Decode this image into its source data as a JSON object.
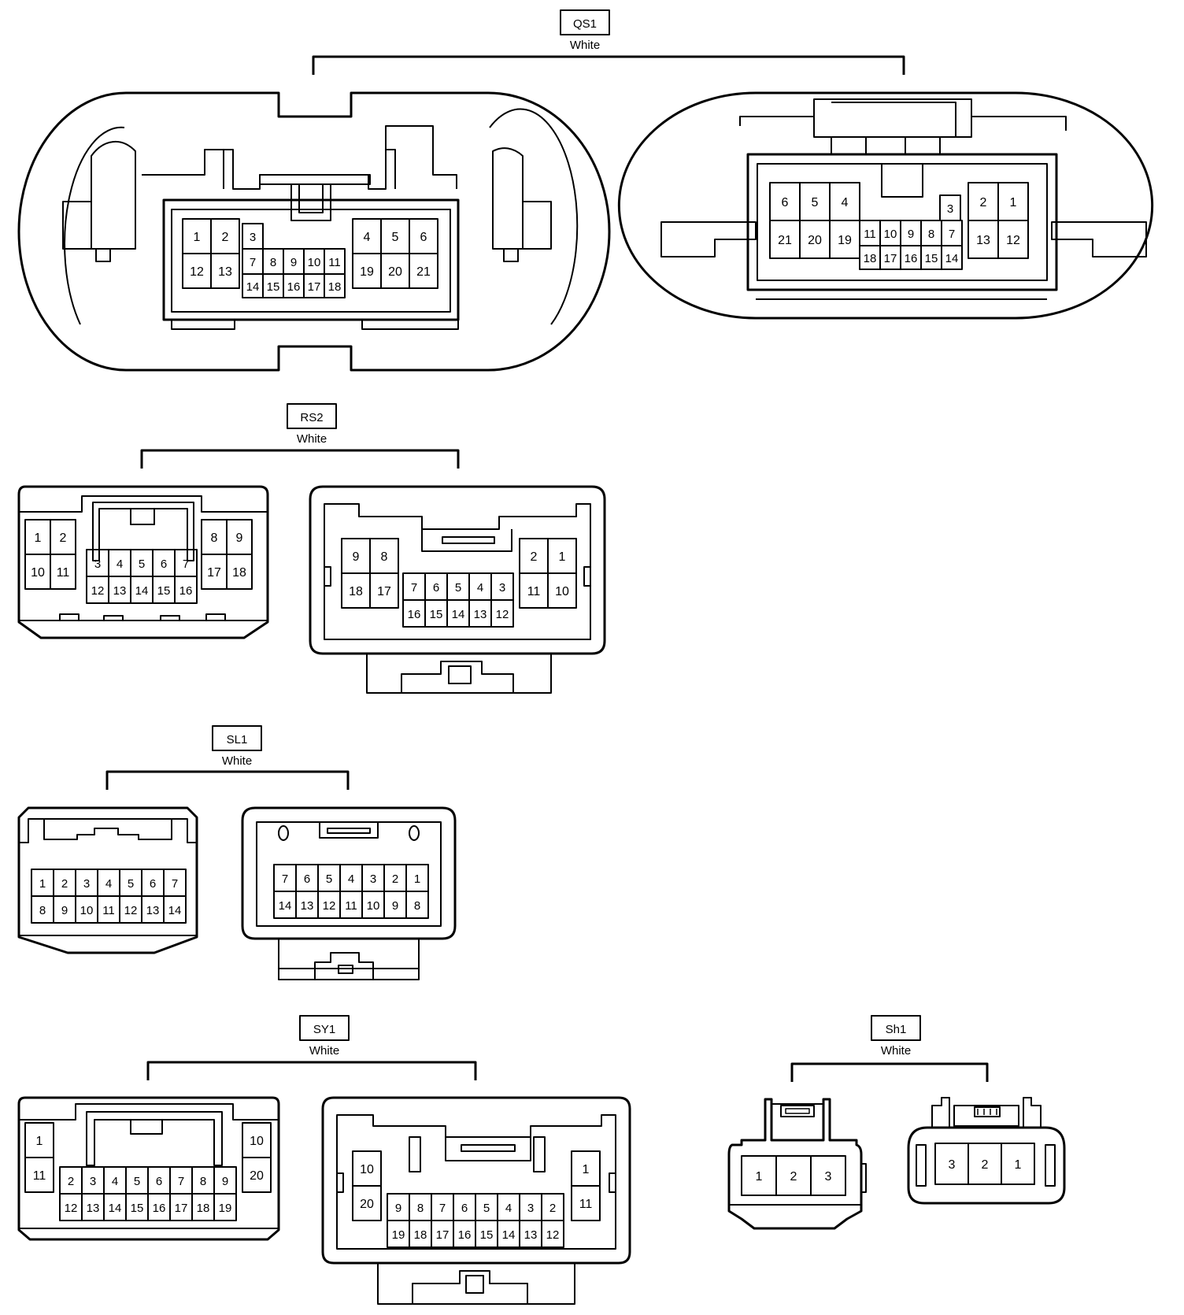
{
  "connectors": [
    {
      "code": "QS1",
      "color": "White",
      "views": [
        {
          "pins": [
            "1",
            "2",
            "3",
            "4",
            "5",
            "6",
            "12",
            "13",
            "7",
            "8",
            "9",
            "10",
            "11",
            "19",
            "20",
            "21",
            "14",
            "15",
            "16",
            "17",
            "18"
          ]
        },
        {
          "pins": [
            "6",
            "5",
            "4",
            "3",
            "2",
            "1",
            "21",
            "20",
            "19",
            "11",
            "10",
            "9",
            "8",
            "7",
            "13",
            "12",
            "18",
            "17",
            "16",
            "15",
            "14"
          ]
        }
      ]
    },
    {
      "code": "RS2",
      "color": "White",
      "views": [
        {
          "pins": [
            "1",
            "2",
            "8",
            "9",
            "10",
            "11",
            "3",
            "4",
            "5",
            "6",
            "7",
            "17",
            "18",
            "12",
            "13",
            "14",
            "15",
            "16"
          ]
        },
        {
          "pins": [
            "9",
            "8",
            "2",
            "1",
            "18",
            "17",
            "7",
            "6",
            "5",
            "4",
            "3",
            "11",
            "10",
            "16",
            "15",
            "14",
            "13",
            "12"
          ]
        }
      ]
    },
    {
      "code": "SL1",
      "color": "White",
      "views": [
        {
          "pins": [
            "1",
            "2",
            "3",
            "4",
            "5",
            "6",
            "7",
            "8",
            "9",
            "10",
            "11",
            "12",
            "13",
            "14"
          ]
        },
        {
          "pins": [
            "7",
            "6",
            "5",
            "4",
            "3",
            "2",
            "1",
            "14",
            "13",
            "12",
            "11",
            "10",
            "9",
            "8"
          ]
        }
      ]
    },
    {
      "code": "SY1",
      "color": "White",
      "views": [
        {
          "pins": [
            "1",
            "10",
            "11",
            "2",
            "3",
            "4",
            "5",
            "6",
            "7",
            "8",
            "9",
            "20",
            "12",
            "13",
            "14",
            "15",
            "16",
            "17",
            "18",
            "19"
          ]
        },
        {
          "pins": [
            "10",
            "1",
            "20",
            "9",
            "8",
            "7",
            "6",
            "5",
            "4",
            "3",
            "2",
            "11",
            "19",
            "18",
            "17",
            "16",
            "15",
            "14",
            "13",
            "12"
          ]
        }
      ]
    },
    {
      "code": "Sh1",
      "color": "White",
      "views": [
        {
          "pins": [
            "1",
            "2",
            "3"
          ]
        },
        {
          "pins": [
            "3",
            "2",
            "1"
          ]
        }
      ]
    }
  ]
}
